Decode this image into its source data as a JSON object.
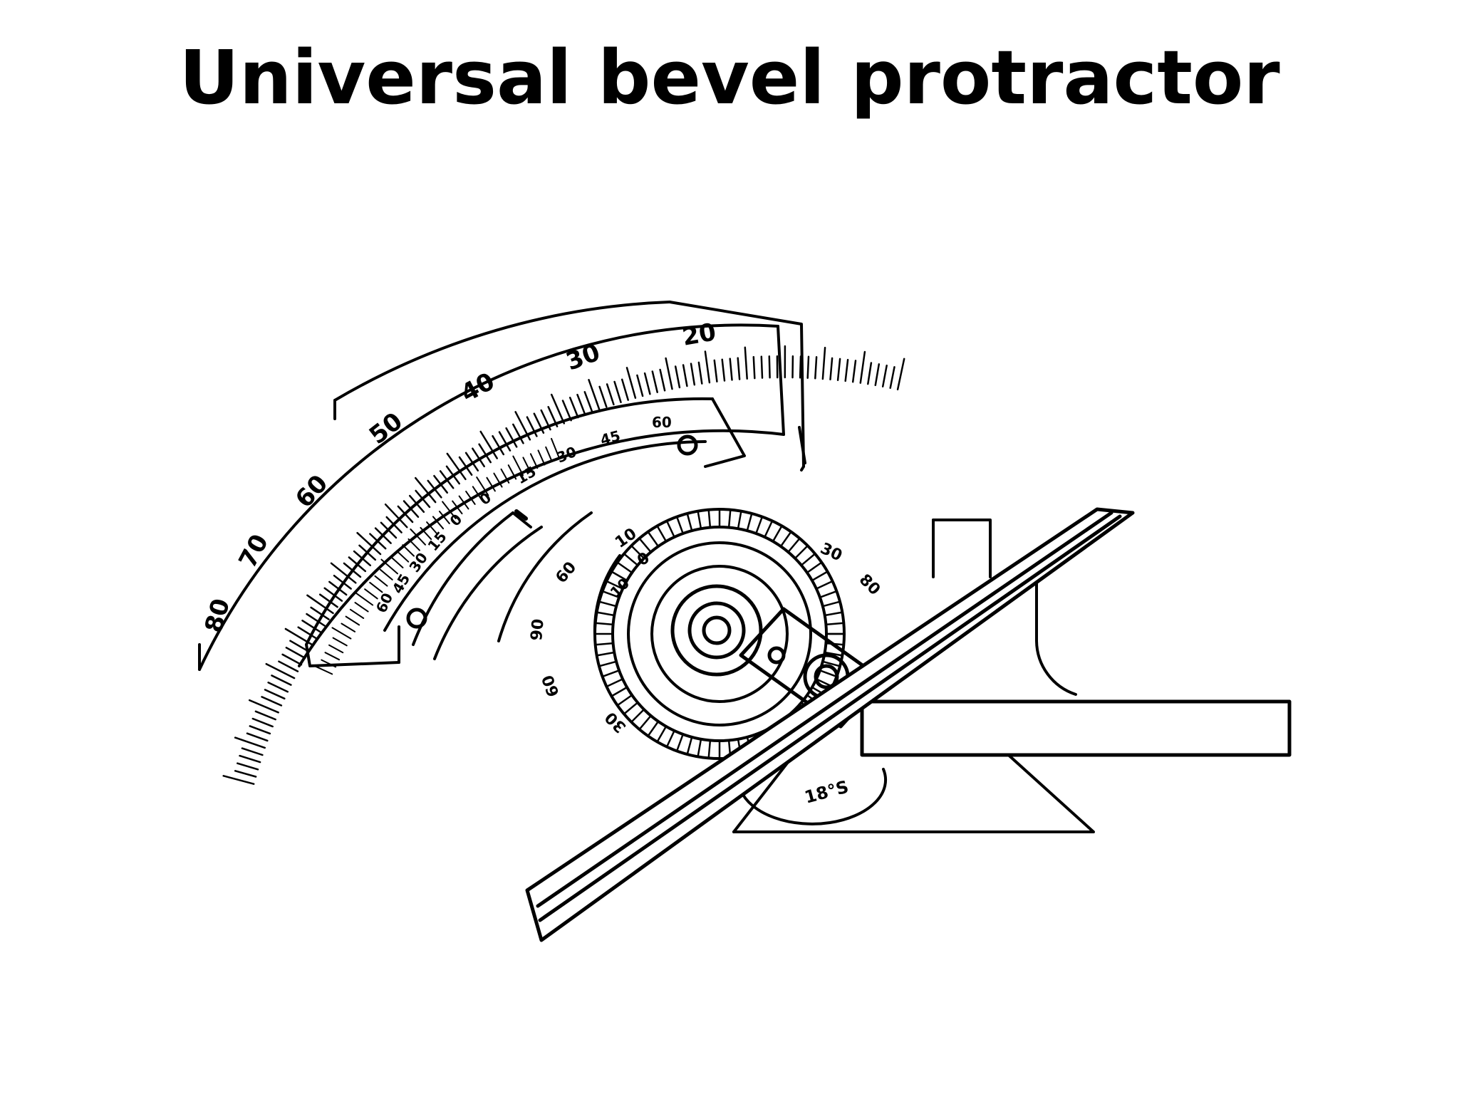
{
  "slide": {
    "title": "Universal bevel protractor"
  },
  "diagram": {
    "outer_scale_labels": [
      "20",
      "30",
      "40",
      "50",
      "60",
      "70",
      "80"
    ],
    "vernier_upper_labels": [
      "60",
      "45",
      "30",
      "15",
      "0"
    ],
    "vernier_lower_labels": [
      "0",
      "15",
      "30",
      "45",
      "60"
    ],
    "dial_labels": [
      "10",
      "0",
      "30",
      "60",
      "90",
      "60",
      "80",
      "10",
      "30"
    ],
    "base_stamp": "18°S",
    "line_color": "#000000",
    "background_color": "#ffffff"
  }
}
